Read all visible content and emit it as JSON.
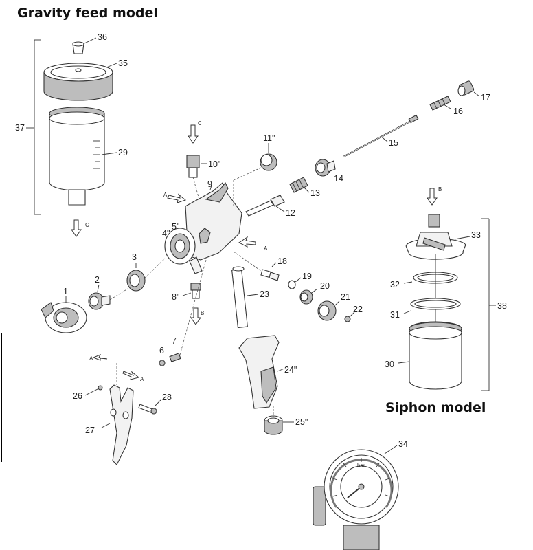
{
  "titles": {
    "gravity": "Gravity feed model",
    "siphon": "Siphon model"
  },
  "part_labels": {
    "p1": "1",
    "p2": "2",
    "p3": "3",
    "p4": "4\"",
    "p5": "5\"",
    "p6": "6",
    "p7": "7",
    "p8": "8\"",
    "p9": "9",
    "p10": "10\"",
    "p11": "11\"",
    "p12": "12",
    "p13": "13",
    "p14": "14",
    "p15": "15",
    "p16": "16",
    "p17": "17",
    "p18": "18",
    "p19": "19",
    "p20": "20",
    "p21": "21",
    "p22": "22",
    "p23": "23",
    "p24": "24\"",
    "p25": "25\"",
    "p26": "26",
    "p27": "27",
    "p28": "28",
    "p29": "29",
    "p30": "30",
    "p31": "31",
    "p32": "32",
    "p33": "33",
    "p34": "34",
    "p35": "35",
    "p36": "36",
    "p37": "37",
    "p38": "38"
  },
  "flow_markers": {
    "a_top": "A",
    "a_right": "A",
    "a_trigger_left": "A",
    "a_trigger_right": "A",
    "b_inlet": "B",
    "b_cup": "B",
    "c_cup": "C",
    "c_inlet": "C"
  },
  "gauge": {
    "unit": "bar"
  }
}
